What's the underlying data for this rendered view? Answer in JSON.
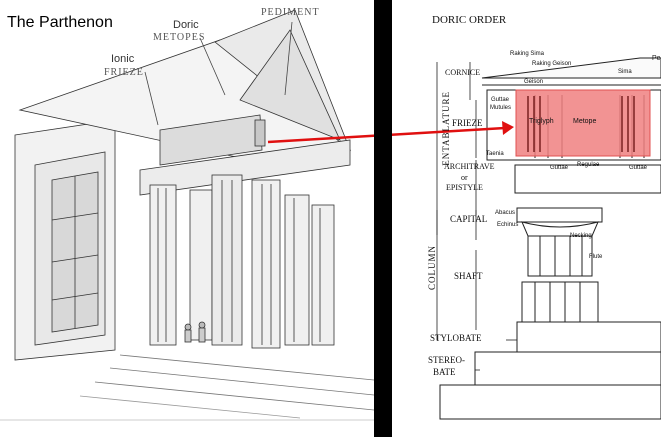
{
  "left_panel": {
    "title": "The Parthenon",
    "labels": {
      "doric": "Doric",
      "metopes": "METOPES",
      "ionic": "Ionic",
      "frieze": "FRIEZE",
      "pediment": "PEDIMENT"
    }
  },
  "right_panel": {
    "heading": "DORIC ORDER",
    "side_labels": {
      "cornice": "CORNICE",
      "entablature": "ENTABLATURE",
      "frieze": "FRIEZE",
      "architrave": "ARCHITRAVE",
      "or": "or",
      "epistyle": "EPISTYLE",
      "column": "COLUMN",
      "capital": "CAPITAL",
      "shaft": "SHAFT",
      "stylobate": "STYLOBATE",
      "stereobate_1": "STEREO-",
      "stereobate_2": "BATE"
    },
    "small_labels": {
      "raking_sima": "Raking Sima",
      "raking_geison": "Raking Geison",
      "sima": "Sima",
      "geison": "Geison",
      "guttae_mutules": "Guttae",
      "mutules": "Mutules",
      "triglyph": "Triglyph",
      "metope": "Metope",
      "taenia": "Taenia",
      "guttae_left": "Guttae",
      "regulae": "Regulae",
      "guttae_right": "Guttae",
      "abacus": "Abacus",
      "echinus": "Echinus",
      "necking": "Necking",
      "flute": "Flute",
      "pe": "Pe"
    }
  },
  "colors": {
    "highlight": "#f08080",
    "arrow": "#e01010",
    "divider": "#000000"
  }
}
